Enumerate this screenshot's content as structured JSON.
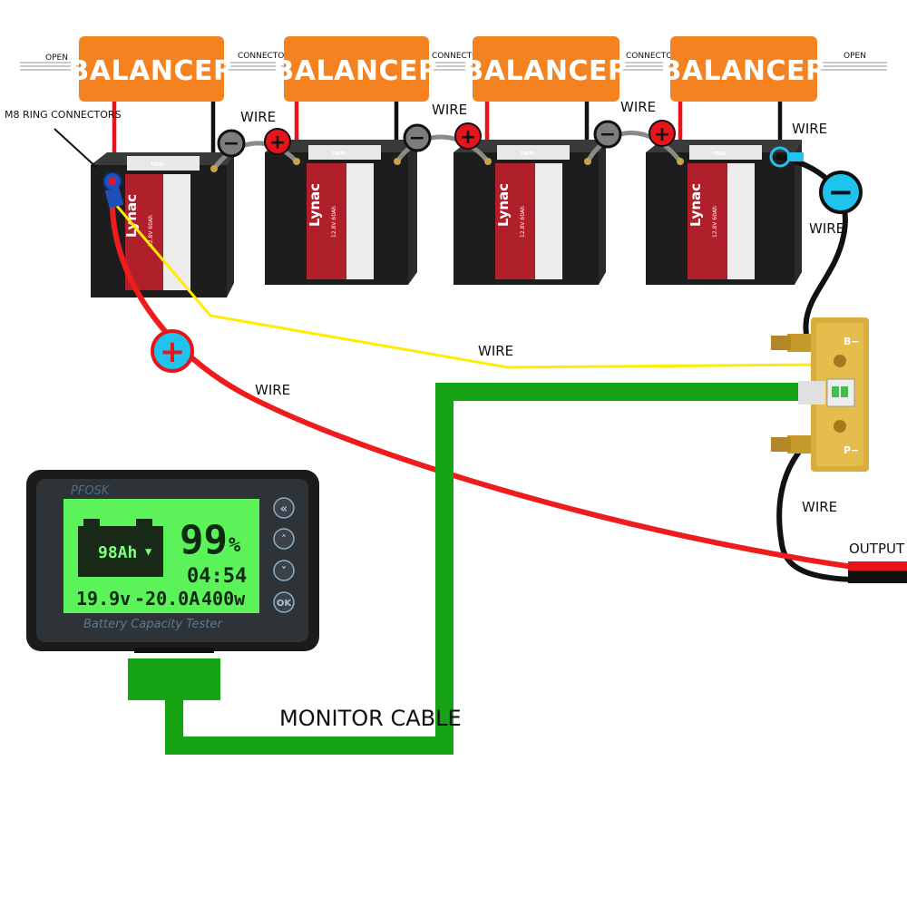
{
  "balancers": [
    {
      "label": "BALANCER"
    },
    {
      "label": "BALANCER"
    },
    {
      "label": "BALANCER"
    },
    {
      "label": "BALANCER"
    }
  ],
  "bus_labels": {
    "open_left": "OPEN",
    "connector_1": "CONNECTOR",
    "connector_2": "CONNECTOR",
    "connector_3": "CONNECTOR",
    "open_right": "OPEN"
  },
  "annotations": {
    "ring_connectors": "M8 RING CONNECTORS",
    "wire_1": "WIRE",
    "wire_2": "WIRE",
    "wire_3": "WIRE",
    "wire_4": "WIRE",
    "wire_neg": "WIRE",
    "wire_sense": "WIRE",
    "wire_pos": "WIRE",
    "wire_output": "WIRE",
    "output": "OUTPUT",
    "monitor_cable": "MONITOR CABLE"
  },
  "terminal_symbols": {
    "plus": "+",
    "minus": "−"
  },
  "batteries": [
    {
      "brand": "Lynac",
      "spec": "12.8V 60Ah",
      "badge": "TRUE"
    },
    {
      "brand": "Lynac",
      "spec": "12.8V 60Ah",
      "badge": "TRUE"
    },
    {
      "brand": "Lynac",
      "spec": "12.8V 60Ah",
      "badge": "TRUE"
    },
    {
      "brand": "Lynac",
      "spec": "12.8V 60Ah",
      "badge": "TRUE"
    }
  ],
  "shunt": {
    "b_minus": "B−",
    "p_minus": "P−"
  },
  "monitor": {
    "brand": "PFOSK",
    "subtitle": "Battery Capacity Tester",
    "capacity": "98Ah",
    "percent": "99",
    "percent_unit": "%",
    "time": "04:54",
    "voltage": "19.9v",
    "current": "-20.0A",
    "power": "400w",
    "ok_button": "OK"
  },
  "colors": {
    "balancer": "#f58220",
    "positive_wire": "#ee1c1c",
    "negative_wire": "#111111",
    "sense_wire": "#ffec00",
    "monitor_cable": "#16a316",
    "neg_terminal_marker": "#1ec3ee",
    "lcd": "#5cf25a"
  }
}
